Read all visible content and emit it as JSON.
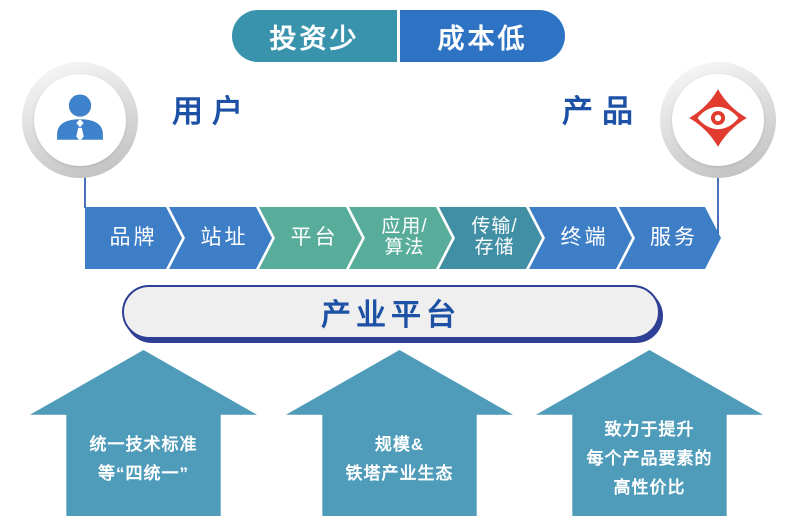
{
  "top_banner": {
    "left_label": "投资少",
    "right_label": "成本低"
  },
  "actors": {
    "user_label": "用户",
    "product_label": "产品"
  },
  "chain": {
    "segments": [
      {
        "line1": "品牌",
        "line2": "",
        "color": "#3D7EC7"
      },
      {
        "line1": "站址",
        "line2": "",
        "color": "#3D7EC7"
      },
      {
        "line1": "平台",
        "line2": "",
        "color": "#57AD99"
      },
      {
        "line1": "应用/",
        "line2": "算法",
        "color": "#57AD99"
      },
      {
        "line1": "传输/",
        "line2": "存储",
        "color": "#418FA4"
      },
      {
        "line1": "终端",
        "line2": "",
        "color": "#3D7EC7"
      },
      {
        "line1": "服务",
        "line2": "",
        "color": "#3D7EC7"
      }
    ]
  },
  "platform_bar": {
    "label": "产业平台"
  },
  "arrows": [
    {
      "lines": [
        "统一技术标准",
        "等“四统一”",
        ""
      ]
    },
    {
      "lines": [
        "规模&",
        "铁塔产业生态",
        ""
      ]
    },
    {
      "lines": [
        "致力于提升",
        "每个产品要素的",
        "高性价比"
      ]
    }
  ],
  "colors": {
    "pill_left": "#3A93AC",
    "pill_right": "#2E72C3",
    "chain_blue": "#3D7EC7",
    "chain_green": "#57AD99",
    "chain_teal": "#418FA4",
    "arrow_fill": "#4F9CBA",
    "label_blue": "#1D51A5",
    "bar_fill": "#EFEFEF",
    "bar_border": "#2E3F95",
    "connector": "#4A72B8",
    "person_icon_blue": "#3F82CC",
    "logo_red": "#E13B30"
  }
}
